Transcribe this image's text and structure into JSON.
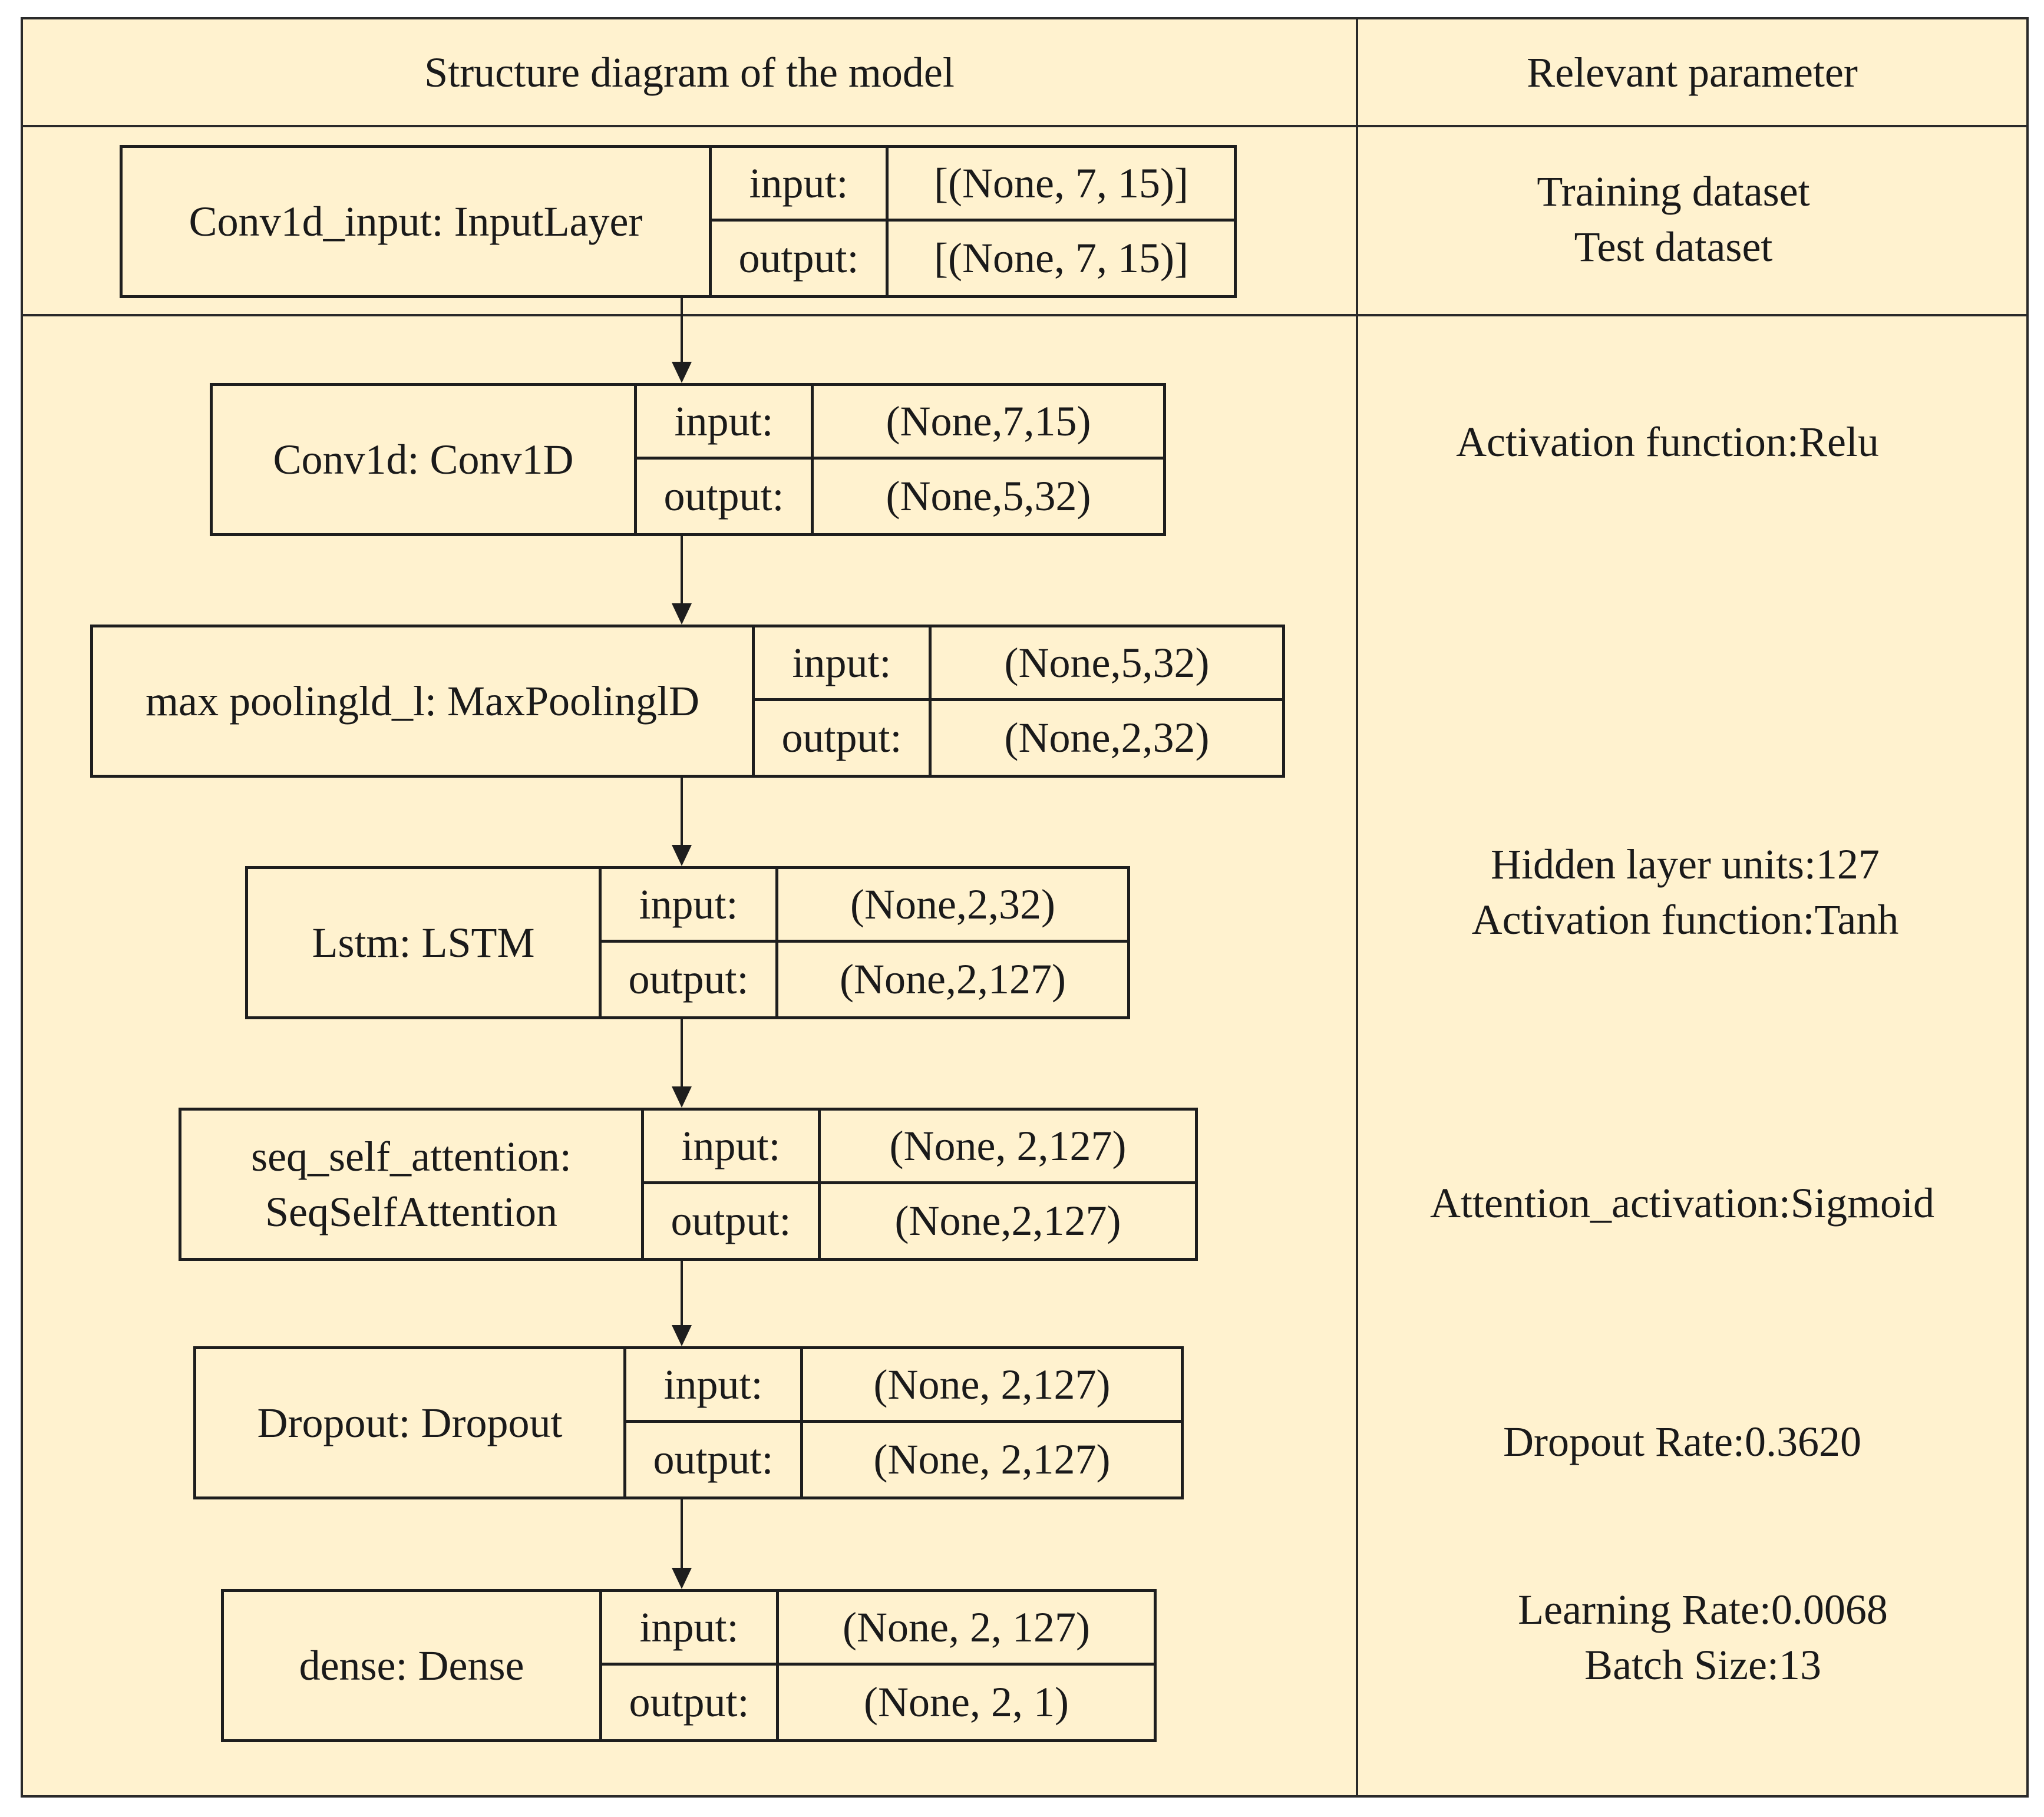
{
  "headers": {
    "structure": "Structure diagram of the model",
    "parameters": "Relevant parameter"
  },
  "io_labels": {
    "input": "input:",
    "output": "output:"
  },
  "layers": [
    {
      "name": "Conv1d_input: InputLayer",
      "input": "[(None, 7, 15)]",
      "output": "[(None, 7, 15)]"
    },
    {
      "name": "Conv1d: Conv1D",
      "input": "(None,7,15)",
      "output": "(None,5,32)"
    },
    {
      "name": "max poolingld_l: MaxPoolinglD",
      "input": "(None,5,32)",
      "output": "(None,2,32)"
    },
    {
      "name": "Lstm: LSTM",
      "input": "(None,2,32)",
      "output": "(None,2,127)"
    },
    {
      "name": "seq_self_attention:\nSeqSelfAttention",
      "input": "(None, 2,127)",
      "output": "(None,2,127)"
    },
    {
      "name": "Dropout: Dropout",
      "input": "(None, 2,127)",
      "output": "(None, 2,127)"
    },
    {
      "name": "dense: Dense",
      "input": "(None, 2, 127)",
      "output": "(None, 2, 1)"
    }
  ],
  "parameters": [
    "Training dataset\nTest dataset",
    "Activation function:Relu",
    "Hidden layer units:127\nActivation function:Tanh",
    "Attention_activation:Sigmoid",
    "Dropout Rate:0.3620",
    "Learning Rate:0.0068\nBatch Size:13"
  ],
  "colors": {
    "background": "#fff2cf",
    "line": "#1e1e1e"
  }
}
